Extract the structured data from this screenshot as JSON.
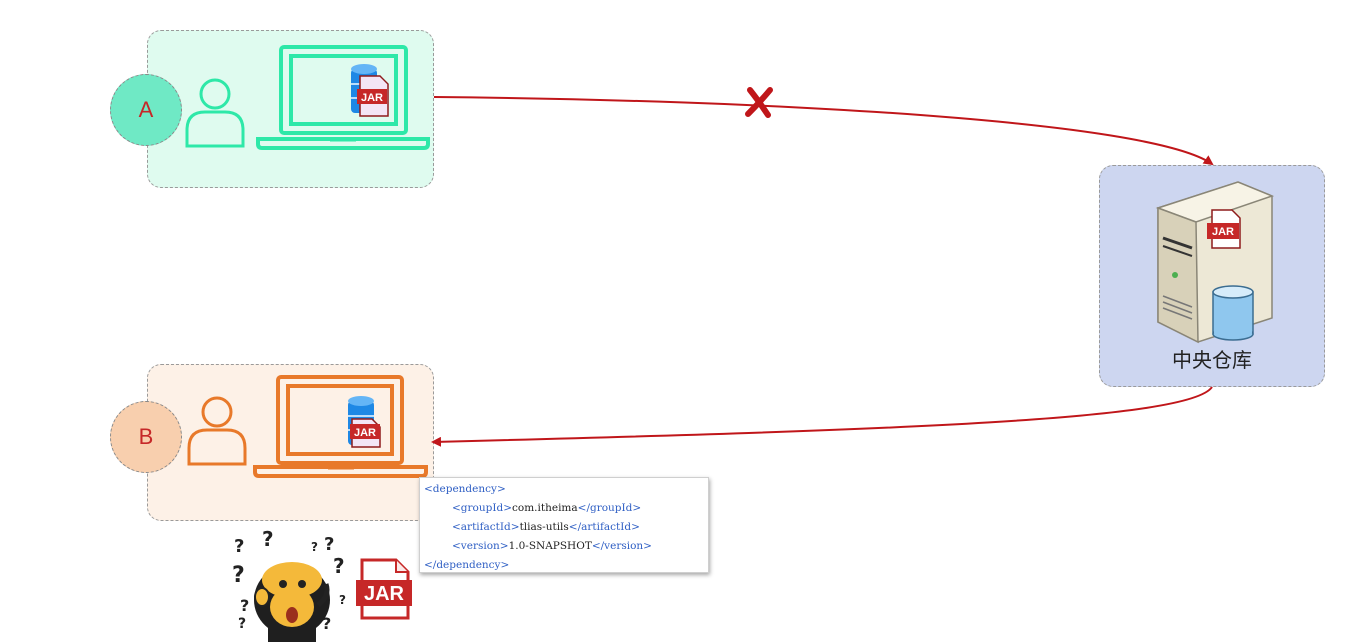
{
  "developer_a": {
    "label": "A"
  },
  "developer_b": {
    "label": "B"
  },
  "repository": {
    "label": "中央仓库",
    "jar_text": "JAR"
  },
  "jar_badge": {
    "text": "JAR"
  },
  "code_snippet": {
    "dependency_open": "<dependency>",
    "groupId_open": "<groupId>",
    "groupId_value": "com.itheima",
    "groupId_close": "</groupId>",
    "artifactId_open": "<artifactId>",
    "artifactId_value": "tlias-utils",
    "artifactId_close": "</artifactId>",
    "version_open": "<version>",
    "version_value": "1.0-SNAPSHOT",
    "version_close": "</version>",
    "dependency_close": "</dependency>"
  },
  "colors": {
    "panel_a_bg": "#dffbef",
    "panel_b_bg": "#fdf1e7",
    "repo_bg": "#cdd6f0",
    "laptop_a": "#2ee8a8",
    "laptop_b": "#e8792a",
    "arrow": "#c0161a",
    "jar_red": "#c62828"
  },
  "icons": [
    "person-icon",
    "laptop-icon",
    "database-icon",
    "jar-file-icon",
    "server-icon",
    "cross-mark-icon",
    "confused-monkey-icon"
  ]
}
